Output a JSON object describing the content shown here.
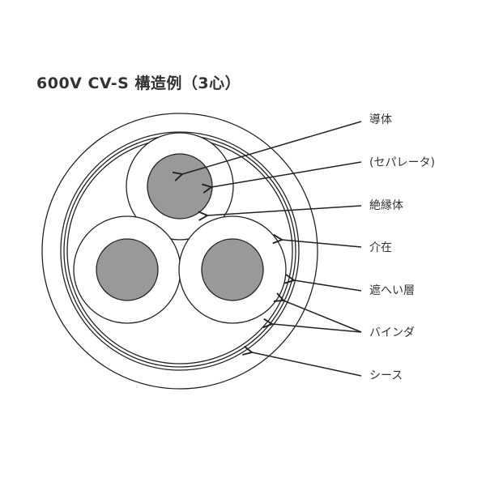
{
  "title": "600V CV-S 構造例（3心）",
  "colors": {
    "conductor": "#999999",
    "line": "#222222"
  },
  "labels": {
    "conductor": "導体",
    "separator": "(セパレータ)",
    "insulation": "絶縁体",
    "filler": "介在",
    "shield": "遮へい層",
    "binder": "バインダ",
    "sheath": "シース"
  }
}
